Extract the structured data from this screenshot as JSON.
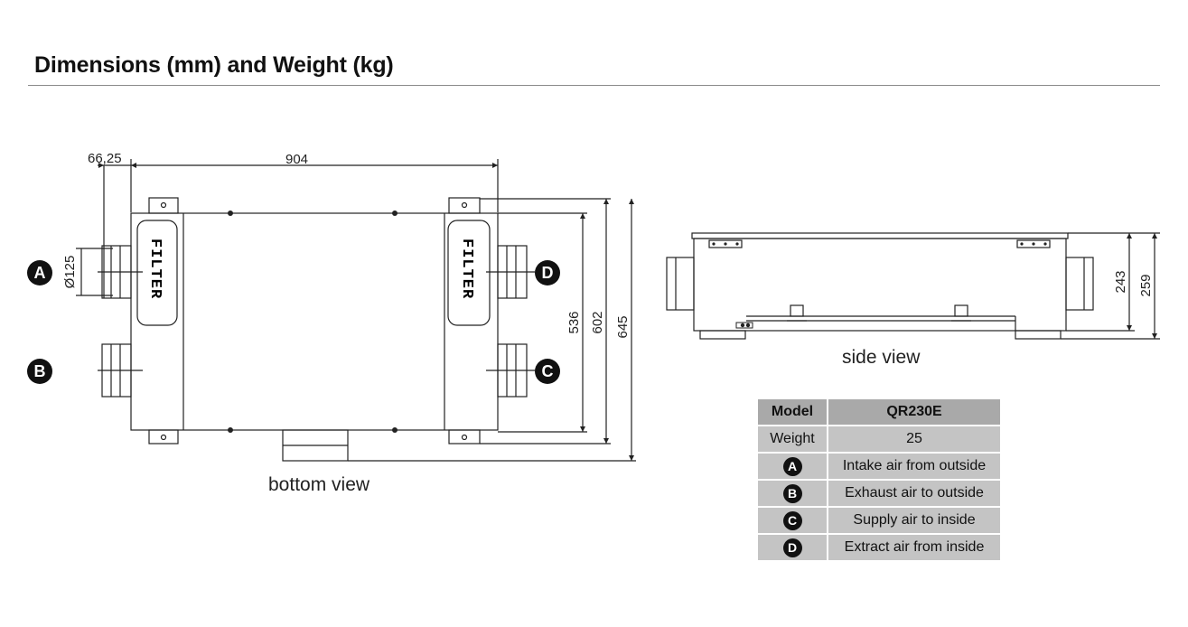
{
  "title": "Dimensions (mm) and Weight (kg)",
  "bottom_view": {
    "caption": "bottom view",
    "dim_offset": "66,25",
    "dim_width": "904",
    "dim_diameter": "Ø125",
    "dim_h1": "536",
    "dim_h2": "602",
    "dim_h3": "645",
    "filter_label": "FILTER"
  },
  "side_view": {
    "caption": "side view",
    "dim_h1": "243",
    "dim_h2": "259"
  },
  "ports": {
    "a": "A",
    "b": "B",
    "c": "C",
    "d": "D"
  },
  "table": {
    "model_label": "Model",
    "model_value": "QR230E",
    "weight_label": "Weight",
    "weight_value": "25",
    "rows": [
      {
        "port": "A",
        "desc": "Intake air from outside"
      },
      {
        "port": "B",
        "desc": "Exhaust air to outside"
      },
      {
        "port": "C",
        "desc": "Supply air to inside"
      },
      {
        "port": "D",
        "desc": "Extract air from inside"
      }
    ]
  }
}
